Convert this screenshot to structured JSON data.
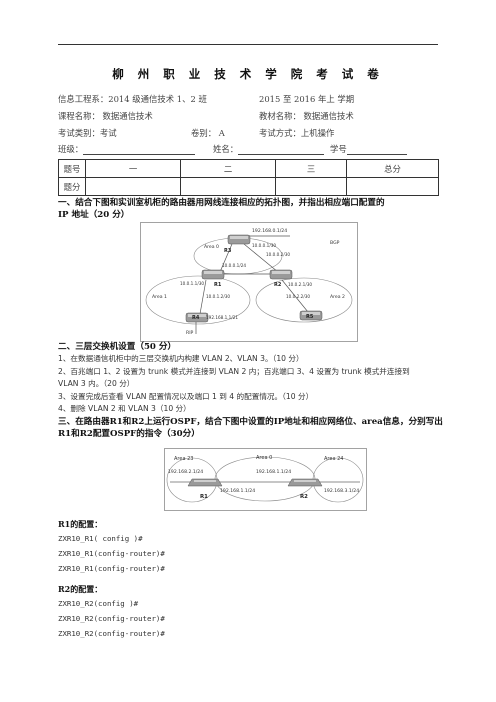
{
  "header": {
    "title": "柳 州 职 业 技 术 学 院 考 试 卷",
    "dept": "信息工程系：2014 级通信技术 1、2 班",
    "term": "2015 至  2016 年上  学期",
    "course": "课程名称：    数据通信技术",
    "textbook": "教材名称：  数据通信技术",
    "exam_type": "考试类别：考试",
    "paper": "卷别：  A",
    "exam_mode": "考试方式：上机操作",
    "class_label": "班级：",
    "name_label": "姓名：",
    "id_label": "学号"
  },
  "score_table": {
    "row1": [
      "题号",
      "一",
      "二",
      "三",
      "总分"
    ],
    "row2_label": "题分"
  },
  "q1": {
    "text_line1": "一、结合下图和实训室机柜的路由器用网线连接相应的拓扑图，并指出相应端口配置的",
    "text_line2": "IP 地址（20 分）",
    "diagram": {
      "label_net_top": "192.168.0.1/24",
      "label_bgp": "BGP",
      "label_r3": "R3",
      "label_area0": "Area 0",
      "label_r3_l": "10.0.0.1/30",
      "label_r3_r": "10.0.0.2/30",
      "label_r1_top": "10.0.0.1/24",
      "label_r1": "R1",
      "label_r2": "R2",
      "label_r1_l": "10.0.1.1/30",
      "label_r1_r": "10.0.1.2/30",
      "label_r2_l": "10.0.2.1/30",
      "label_r2_r": "10.0.2.2/30",
      "label_area1": "Area 1",
      "label_area2": "Area 2",
      "label_r4": "R4",
      "label_r4_net": "192.168.1.1/21",
      "label_r5": "R5",
      "label_rip": "RIP"
    }
  },
  "q2": {
    "title": "二、三层交换机设置（50 分）",
    "items": [
      "1、在数据通信机柜中的三层交换机内构建 VLAN 2、VLAN 3。（10 分）",
      "2、百兆端口 1、2 设置为 trunk 模式并连接到 VLAN 2 内；百兆端口 3、4 设置为 trunk 模式并连接到",
      "VLAN 3 内。（20 分）",
      "3、设置完成后查看 VLAN 配置情况以及端口 1 到 4 的配置情况。（10 分）",
      "4、删除 VLAN 2 和 VLAN 3（10 分）"
    ]
  },
  "q3": {
    "text_line1": "三、在路由器R1和R2上运行OSPF，结合下图中设置的IP地址和相应网络位、area信息，分别写出",
    "text_line2": "R1和R2配置OSPF的指令（30分）",
    "diagram": {
      "area23": "Area 23",
      "area0": "Area 0",
      "area24": "Area 24",
      "net_r1_left": "192.168.2.1/24",
      "net_mid_top": "192.168.1.1/24",
      "net_mid_bottom": "192.168.1.1/24",
      "net_r2_right": "192.168.3.1/24",
      "r1": "R1",
      "r2": "R2"
    },
    "r1_config_label": "R1的配置：",
    "r1_lines": [
      "ZXR10_R1( config )#",
      "ZXR10_R1(config-router)#",
      "ZXR10_R1(config-router)#"
    ],
    "r2_config_label": "R2的配置：",
    "r2_lines": [
      "ZXR10_R2(config )#",
      "ZXR10_R2(config-router)#",
      "ZXR10_R2(config-router)#"
    ]
  }
}
